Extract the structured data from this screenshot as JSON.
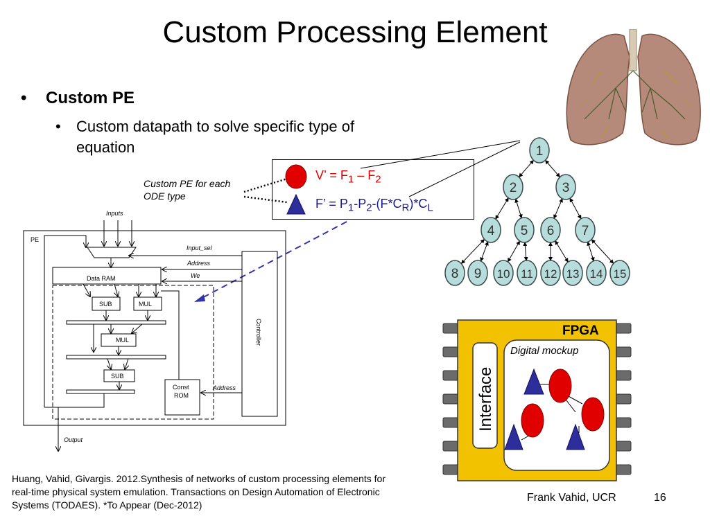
{
  "slide": {
    "title": "Custom Processing Element",
    "bullet1": "Custom PE",
    "bullet2": "Custom datapath to solve specific type of equation",
    "caption_line1": "Custom PE for each",
    "caption_line2": "ODE type",
    "eq1": {
      "pre": "V’ = F",
      "sub1": "1",
      "mid": " – F",
      "sub2": "2"
    },
    "eq2": {
      "p1": "F’ = P",
      "s1": "1",
      "p2": "-P",
      "s2": "2",
      "p3": "-(F*C",
      "s3": "R",
      "p4": ")*C",
      "s4": "L"
    },
    "citation": "Huang, Vahid, Givargis. 2012.Synthesis of networks of custom processing elements for real-time physical system emulation. Transactions on Design Automation of Electronic Systems (TODAES). *To Appear (Dec-2012)",
    "footer": "Frank Vahid, UCR",
    "page_number": "16"
  },
  "datapath": {
    "inputs": "Inputs",
    "pe": "PE",
    "input_sel": "Input_sel",
    "address": "Address",
    "we": "We",
    "data_ram": "Data RAM",
    "sub1": "SUB",
    "mul1": "MUL",
    "mul2": "MUL",
    "sub2": "SUB",
    "const_line1": "Const",
    "const_line2": "ROM",
    "address2": "Address",
    "controller": "Controller",
    "output": "Output"
  },
  "tree": {
    "nodes": [
      "1",
      "2",
      "3",
      "4",
      "5",
      "6",
      "7",
      "8",
      "9",
      "10",
      "11",
      "12",
      "13",
      "14",
      "15"
    ],
    "node_color": "#b7dcdc"
  },
  "fpga": {
    "label": "FPGA",
    "interface": "Interface",
    "mockup": "Digital mockup",
    "chip_color": "#f2c200",
    "pin_color": "#6b6b6b"
  },
  "colors": {
    "red": "#e00000",
    "blue": "#2d2d9c",
    "dash": "#3333aa"
  }
}
